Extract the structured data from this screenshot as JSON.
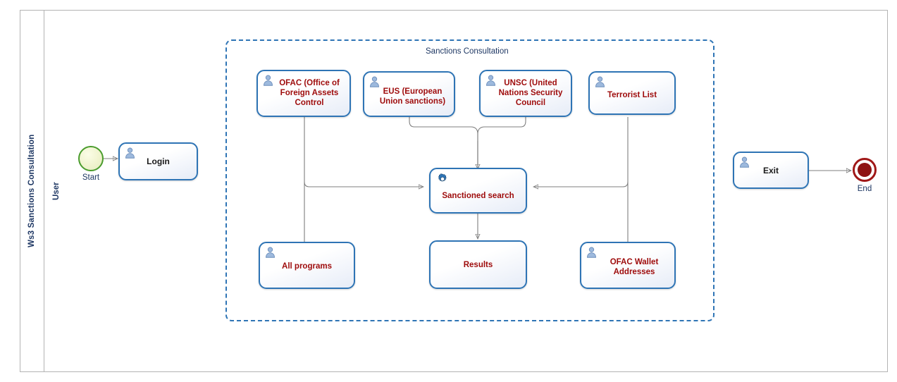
{
  "pool": {
    "title": "Ws3 Sanctions Consultation"
  },
  "lane": {
    "title": "User"
  },
  "group": {
    "label": "Sanctions Consultation"
  },
  "events": {
    "start": {
      "label": "Start",
      "icon": "start-event-circle",
      "color": "#4a9c2d"
    },
    "end": {
      "label": "End",
      "icon": "end-event-circle",
      "color": "#8e1212"
    }
  },
  "tasks": {
    "login": {
      "label": "Login",
      "icon": "user-icon",
      "text_color": "#1a1a1a"
    },
    "ofac": {
      "label": "OFAC (Office of Foreign Assets Control",
      "icon": "user-icon",
      "text_color": "#9e0b0b"
    },
    "eus": {
      "label": "EUS (European Union sanctions)",
      "icon": "user-icon",
      "text_color": "#9e0b0b"
    },
    "unsc": {
      "label": "UNSC (United Nations Security Council",
      "icon": "user-icon",
      "text_color": "#9e0b0b"
    },
    "terrorist": {
      "label": "Terrorist List",
      "icon": "user-icon",
      "text_color": "#9e0b0b"
    },
    "search": {
      "label": "Sanctioned search",
      "icon": "gear-icon",
      "text_color": "#9e0b0b"
    },
    "allprog": {
      "label": "All programs",
      "icon": "user-icon",
      "text_color": "#9e0b0b"
    },
    "results": {
      "label": "Results",
      "icon": "none",
      "text_color": "#9e0b0b"
    },
    "wallet": {
      "label": "OFAC Wallet Addresses",
      "icon": "user-icon",
      "text_color": "#9e0b0b"
    },
    "exit": {
      "label": "Exit",
      "icon": "user-icon",
      "text_color": "#1a1a1a"
    }
  },
  "colors": {
    "task_border": "#2e74b5",
    "group_border": "#2e74b5",
    "connector": "#7f7f7f",
    "pool_border": "#b3b3b3",
    "label_blue": "#1f3864",
    "task_text_red": "#9e0b0b"
  }
}
